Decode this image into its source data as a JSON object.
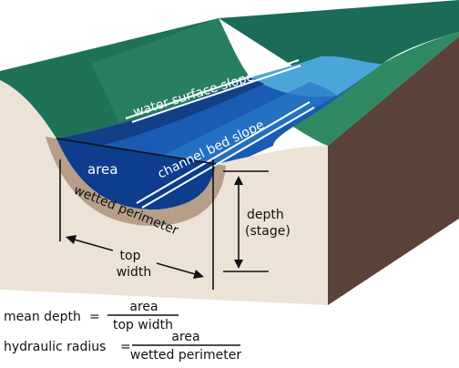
{
  "labels": {
    "water_surface_slope": "water surface slope",
    "channel_bed_slope": "channel bed slope",
    "area": "area",
    "wetted_perimeter": "wetted perimeter",
    "depth": "depth",
    "stage": "(stage)",
    "top_line1": "top",
    "top_line2": "width"
  },
  "formulas": {
    "mean_depth": {
      "lhs": "mean depth",
      "equals": "=",
      "numerator": "area",
      "denominator": "top width"
    },
    "hydraulic_radius": {
      "lhs": "hydraulic radius",
      "equals": "=",
      "numerator": "area",
      "denominator": "wetted perimeter"
    }
  },
  "colors": {
    "grass_dark": "#1b6b58",
    "grass_light": "#2f8a63",
    "water_dark": "#0d3d8c",
    "water_mid": "#1a5bb3",
    "water_light": "#4aa6d9",
    "earth_front": "#ece3d6",
    "earth_side": "#5a4238",
    "perimeter_band": "#b79e88",
    "ink": "#111111",
    "label_white": "#ffffff"
  }
}
